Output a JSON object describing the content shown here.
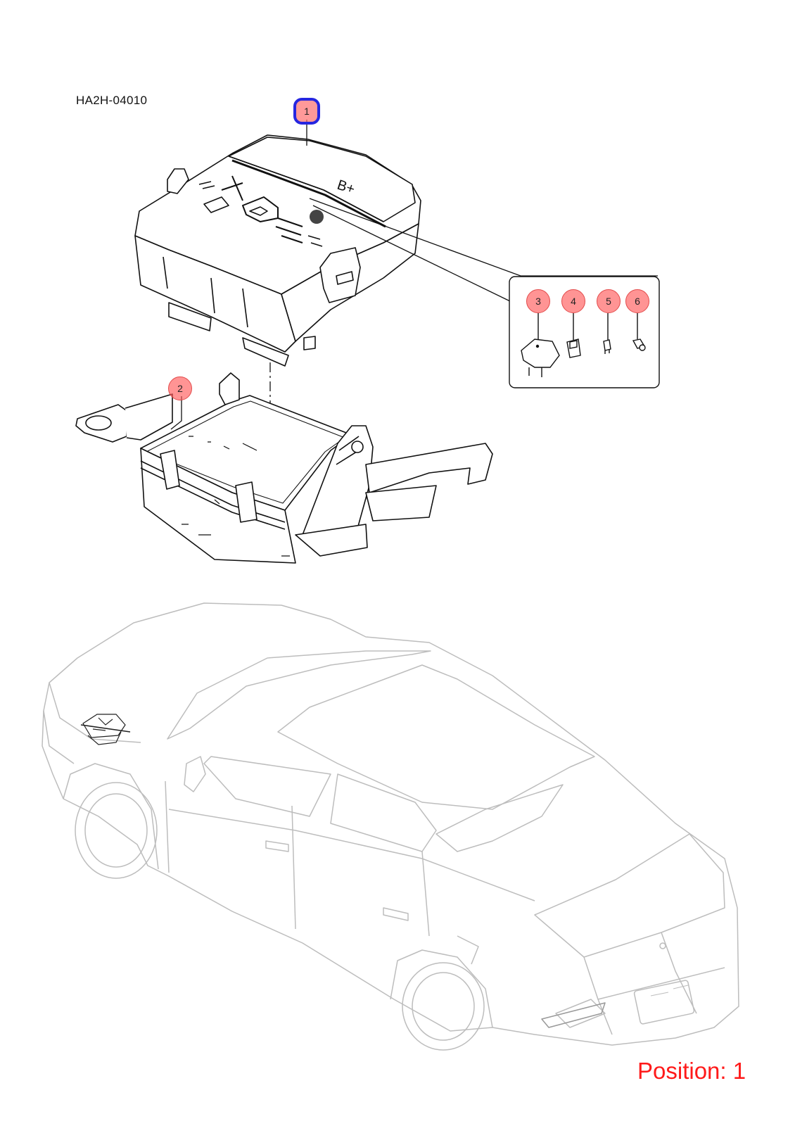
{
  "diagram": {
    "code": "HA2H-04010",
    "position_label": "Position: 1",
    "selected_position": 1,
    "callouts": [
      {
        "label": "1"
      },
      {
        "label": "2"
      },
      {
        "label": "3"
      },
      {
        "label": "4"
      },
      {
        "label": "5"
      },
      {
        "label": "6"
      }
    ],
    "colors": {
      "callout_fill": "#ff5a5a",
      "selected_border": "#2626e0",
      "position_text": "#ff1a1a",
      "car_outline": "#bdbdbd"
    },
    "icons": {
      "junction-box": "fuse-relay-box-cover",
      "bracket": "junction-box-lower-bracket",
      "relay": "relay-icon",
      "fuse-a": "blade-fuse-icon",
      "fuse-b": "mini-fuse-icon",
      "fuse-c": "micro-fuse-icon",
      "vehicle": "sedan-outline"
    }
  }
}
